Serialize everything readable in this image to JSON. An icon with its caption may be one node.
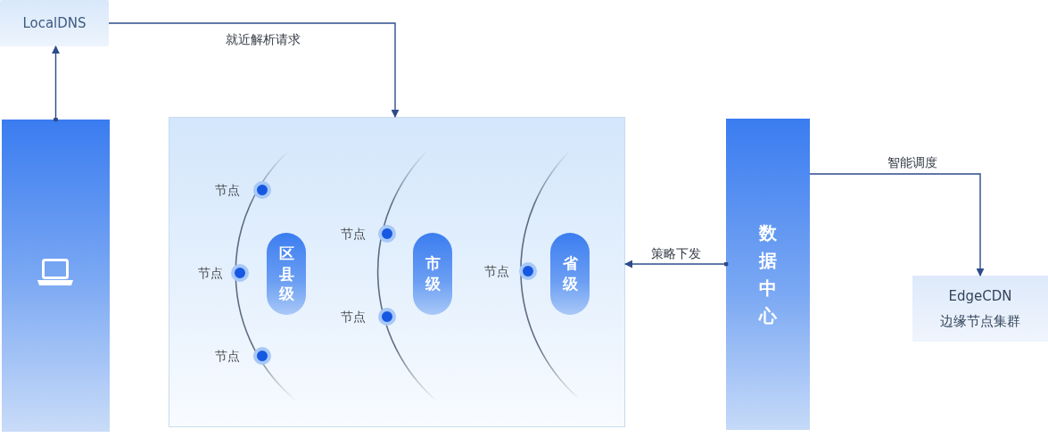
{
  "diagram": {
    "nodes": [
      {
        "text": [
          "LocalDNS"
        ]
      },
      {
        "text": [],
        "shape": "box"
      },
      {
        "text": [],
        "shape": "box"
      },
      {
        "text": [],
        "shape": "circle",
        "beside": [
          "节点"
        ],
        "in": 2
      },
      {
        "text": [],
        "shape": "circle",
        "beside": [
          "节点"
        ],
        "in": 2
      },
      {
        "text": [],
        "shape": "circle",
        "beside": [
          "节点"
        ],
        "in": 2
      },
      {
        "text": [
          "区县级"
        ],
        "in": 2
      },
      {
        "text": [],
        "shape": "circle",
        "beside": [
          "节点"
        ],
        "in": 2
      },
      {
        "text": [],
        "shape": "circle",
        "beside": [
          "节点"
        ],
        "in": 2
      },
      {
        "text": [
          "市级"
        ],
        "in": 2
      },
      {
        "text": [],
        "shape": "circle",
        "beside": [
          "节点"
        ],
        "in": 2
      },
      {
        "text": [
          "省级"
        ],
        "in": 2
      },
      {
        "text": [
          "数据中心"
        ]
      },
      {
        "text": [
          "EdgeCDN",
          "边缘节点集群"
        ]
      }
    ],
    "edges": [
      {
        "from": 1,
        "to": 0,
        "arrow": "to"
      },
      {
        "from": 0,
        "to": 2,
        "arrow": "to",
        "label": "就近解析请求"
      },
      {
        "from": 12,
        "to": 2,
        "arrow": "to",
        "label": "策略下发"
      },
      {
        "from": 12,
        "to": 13,
        "arrow": "to",
        "label": "智能调度"
      }
    ]
  }
}
